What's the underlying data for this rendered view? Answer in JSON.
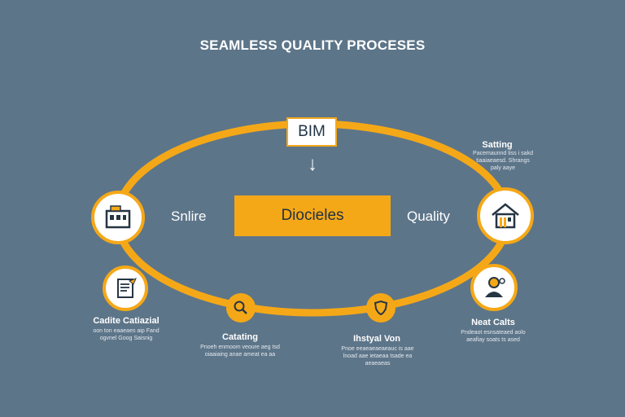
{
  "title": "SEAMLESS QUALITY PROCESES",
  "top_box": "BIM",
  "center_box": "Diocieles",
  "left_label": "Snlire",
  "right_label": "Quality",
  "colors": {
    "background": "#5d7589",
    "accent": "#f5a817",
    "box_text": "#243242",
    "white": "#ffffff"
  },
  "nodes": [
    {
      "icon": "building-icon",
      "title": "",
      "desc": ""
    },
    {
      "icon": "house-icon",
      "title": "Satting",
      "desc": "Pacemaunnd tiss i sakd tiaaiaeaesd. Shrangs paly aaye"
    },
    {
      "icon": "document-icon",
      "title": "Cadite Catiazial",
      "desc": "oon ton eaaeaes aip Fand ogvnel Goog Saisnig"
    },
    {
      "icon": "magnifier-icon",
      "title": "Catating",
      "desc": "Pnoeh enmoom veoure aeg tsd oiaaiaing anae ameat ea aa"
    },
    {
      "icon": "shield-icon",
      "title": "Ihstyal Von",
      "desc": "Pnoe eeaeaeaeaeauc is aae lnoad aae ietaeaa tsade ea aeaeaeas"
    },
    {
      "icon": "person-icon",
      "title": "Neat Calts",
      "desc": "Pndeaot esnsateaed aolo aeafiay soats ts ased"
    }
  ]
}
